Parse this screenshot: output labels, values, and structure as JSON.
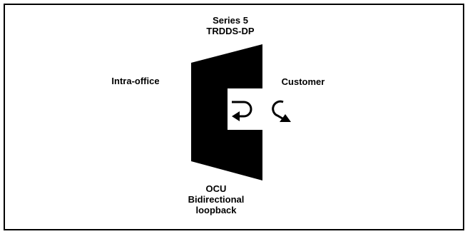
{
  "title": {
    "line1": "Series 5",
    "line2": "TRDDS-DP"
  },
  "left_label": "Intra-office",
  "right_label": "Customer",
  "bottom_label": {
    "line1": "OCU",
    "line2": "Bidirectional",
    "line3": "loopback"
  },
  "icons": {
    "unit_shape": "trapezoid-unit-icon",
    "inner_loop": "loopback-arrow-left-icon",
    "outer_loop": "loopback-arrow-right-icon"
  },
  "colors": {
    "ink": "#000000",
    "background": "#ffffff"
  }
}
